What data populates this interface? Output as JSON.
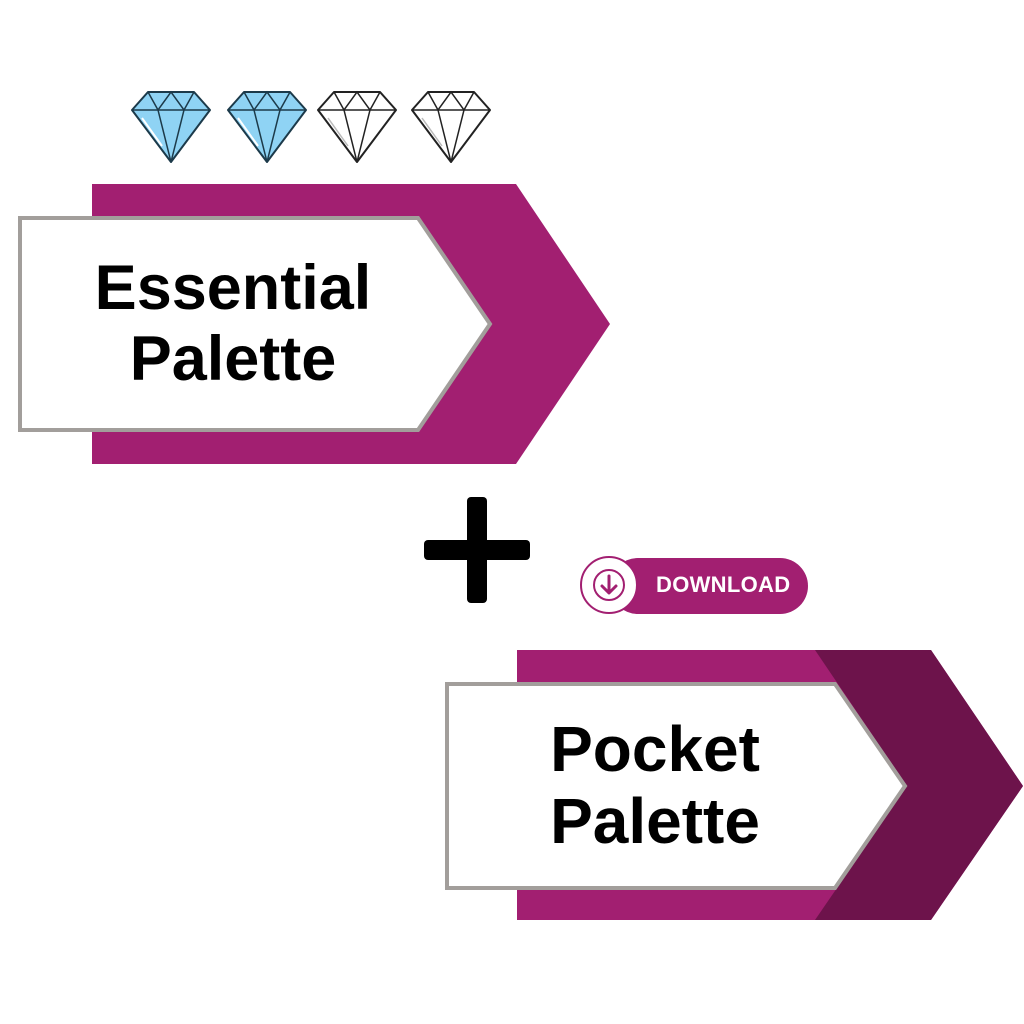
{
  "rating": {
    "filled": 2,
    "total": 4,
    "icon": "diamond-icon",
    "colors": {
      "filled_fill": "#8fd3f4",
      "filled_stroke": "#1c3a4a",
      "empty_fill": "#ffffff",
      "empty_stroke": "#222222"
    }
  },
  "essential_palette": {
    "title_line1": "Essential",
    "title_line2": "Palette",
    "colors": {
      "accent": "#a21f71",
      "border": "#a29e9b",
      "panel": "#ffffff"
    }
  },
  "plus_symbol": {
    "icon": "plus-icon",
    "color": "#000000"
  },
  "download_button": {
    "label": "DOWNLOAD",
    "icon": "arrow-down-icon",
    "colors": {
      "background": "#a21f71",
      "text": "#ffffff"
    }
  },
  "pocket_palette": {
    "title_line1": "Pocket",
    "title_line2": "Palette",
    "colors": {
      "accent": "#a21f71",
      "accent_dark": "#6d134b",
      "border": "#a29e9b",
      "panel": "#ffffff"
    }
  }
}
